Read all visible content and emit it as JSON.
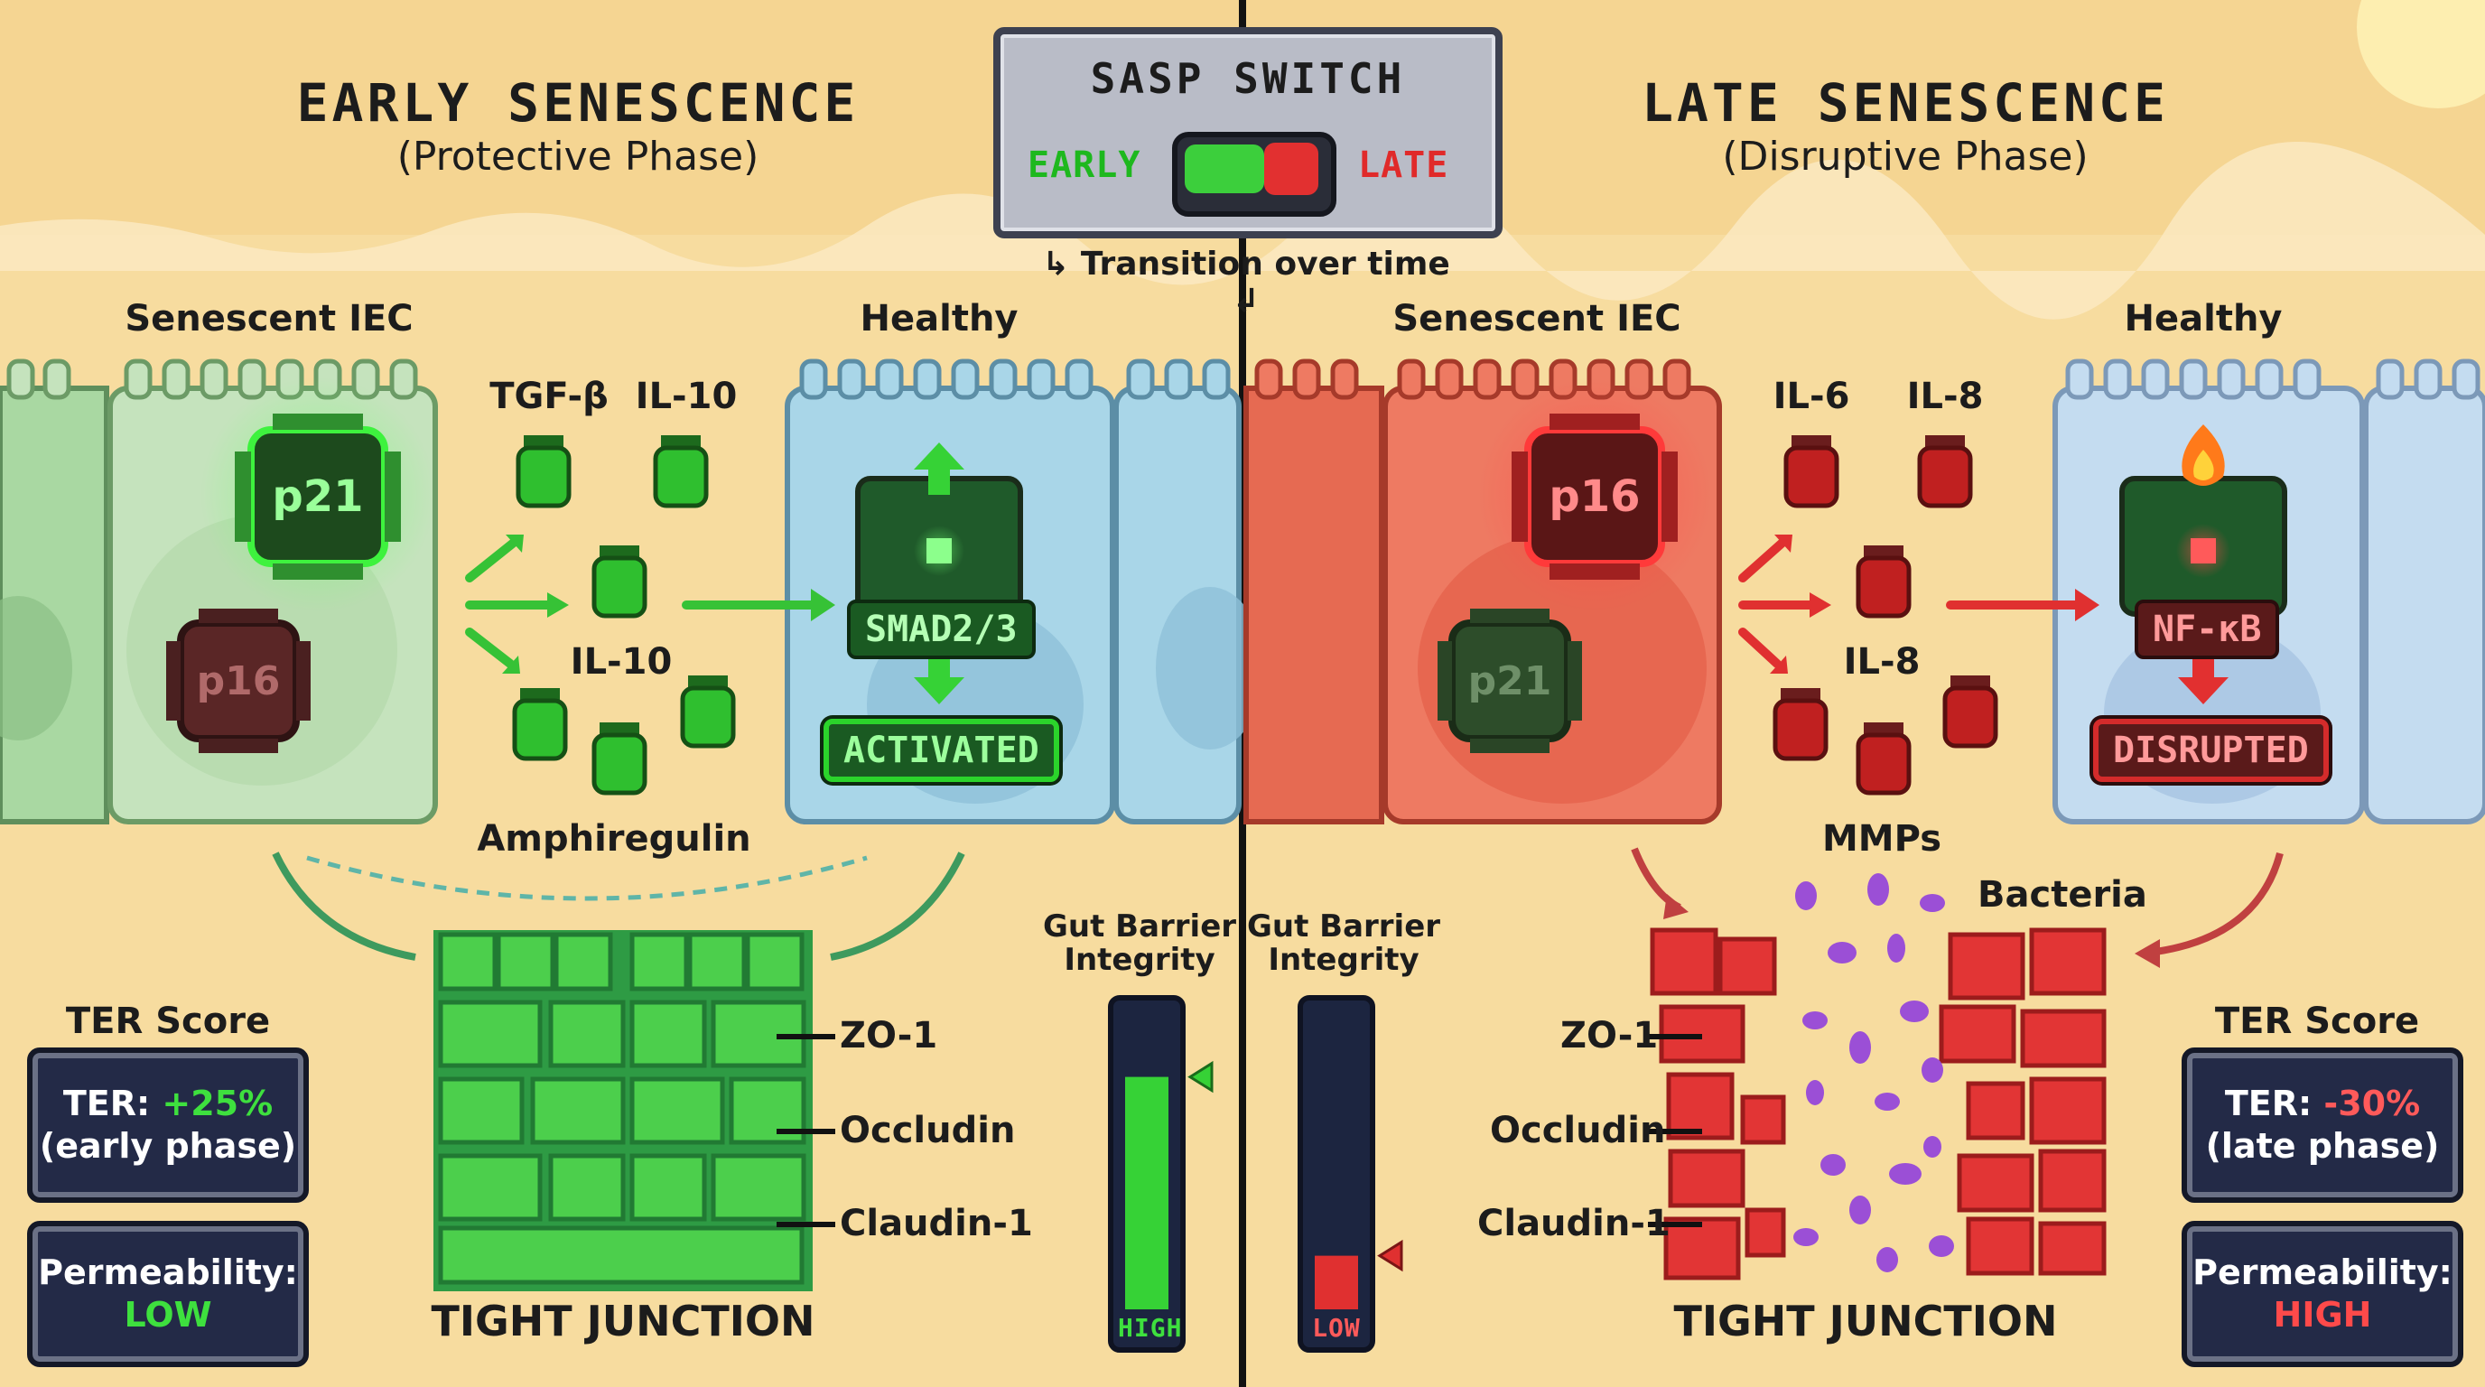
{
  "colors": {
    "sand": "#f7dc9f",
    "early_green": "#34c234",
    "late_red": "#e03030",
    "healthy_blue": "#a9d6e8",
    "panel_navy": "#232a47"
  },
  "switch": {
    "title": "SASP SWITCH",
    "early_label": "EARLY",
    "late_label": "LATE",
    "transition_text": "Transition over time"
  },
  "early": {
    "title": "EARLY SENESCENCE",
    "subtitle": "(Protective Phase)",
    "senescent_label": "Senescent IEC",
    "healthy_label": "Healthy",
    "chip_main": "p21",
    "chip_dim": "p16",
    "factors": {
      "f1": "TGF-β",
      "f2": "IL-10",
      "f3": "IL-10",
      "f4": "Amphiregulin"
    },
    "pathway": "SMAD2/3",
    "pathway_state": "ACTIVATED",
    "junction_title": "TIGHT JUNCTION",
    "proteins": [
      "ZO-1",
      "Occludin",
      "Claudin-1"
    ],
    "ter_title": "TER Score",
    "ter_prefix": "TER:",
    "ter_value": "+25%",
    "ter_phase": "(early phase)",
    "perm_label": "Permeability:",
    "perm_value": "LOW",
    "barrier_title_1": "Gut Barrier",
    "barrier_title_2": "Integrity",
    "barrier_value_text": "HIGH",
    "barrier_fill": 0.78
  },
  "late": {
    "title": "LATE SENESCENCE",
    "subtitle": "(Disruptive Phase)",
    "senescent_label": "Senescent IEC",
    "healthy_label": "Healthy",
    "chip_main": "p16",
    "chip_dim": "p21",
    "factors": {
      "f1": "IL-6",
      "f2": "IL-8",
      "f3": "IL-8",
      "f4": "MMPs"
    },
    "pathway": "NF-κB",
    "pathway_state": "DISRUPTED",
    "bacteria_label": "Bacteria",
    "junction_title": "TIGHT JUNCTION",
    "proteins": [
      "ZO-1",
      "Occludin",
      "Claudin-1"
    ],
    "ter_title": "TER Score",
    "ter_prefix": "TER:",
    "ter_value": "-30%",
    "ter_phase": "(late phase)",
    "perm_label": "Permeability:",
    "perm_value": "HIGH",
    "barrier_title_1": "Gut Barrier",
    "barrier_title_2": "Integrity",
    "barrier_value_text": "LOW",
    "barrier_fill": 0.18
  }
}
